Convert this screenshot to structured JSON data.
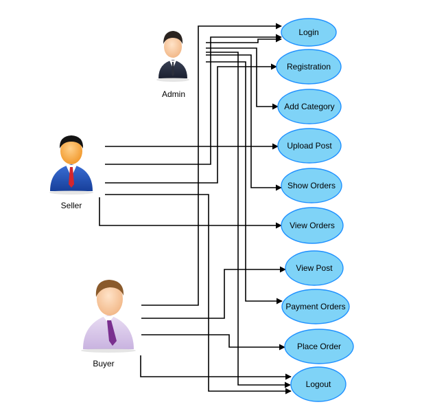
{
  "colors": {
    "usecase_fill": "#7fd3f7",
    "usecase_stroke": "#1e90ff",
    "connector": "#000000"
  },
  "actors": [
    {
      "id": "admin",
      "label": "Admin"
    },
    {
      "id": "seller",
      "label": "Seller"
    },
    {
      "id": "buyer",
      "label": "Buyer"
    }
  ],
  "use_cases": [
    {
      "id": "login",
      "label": "Login"
    },
    {
      "id": "registration",
      "label": "Registration"
    },
    {
      "id": "add-category",
      "label": "Add Category"
    },
    {
      "id": "upload-post",
      "label": "Upload Post"
    },
    {
      "id": "show-orders",
      "label": "Show Orders"
    },
    {
      "id": "view-orders",
      "label": "View Orders"
    },
    {
      "id": "view-post",
      "label": "View Post"
    },
    {
      "id": "payment-orders",
      "label": "Payment Orders"
    },
    {
      "id": "place-order",
      "label": "Place Order"
    },
    {
      "id": "logout",
      "label": "Logout"
    }
  ],
  "connections": [
    {
      "from": "admin",
      "to": "login"
    },
    {
      "from": "admin",
      "to": "add-category"
    },
    {
      "from": "admin",
      "to": "show-orders"
    },
    {
      "from": "admin",
      "to": "payment-orders"
    },
    {
      "from": "admin",
      "to": "logout"
    },
    {
      "from": "seller",
      "to": "upload-post"
    },
    {
      "from": "seller",
      "to": "login"
    },
    {
      "from": "seller",
      "to": "registration"
    },
    {
      "from": "seller",
      "to": "logout"
    },
    {
      "from": "seller",
      "to": "view-orders"
    },
    {
      "from": "buyer",
      "to": "login"
    },
    {
      "from": "buyer",
      "to": "view-post"
    },
    {
      "from": "buyer",
      "to": "place-order"
    },
    {
      "from": "buyer",
      "to": "logout"
    }
  ]
}
